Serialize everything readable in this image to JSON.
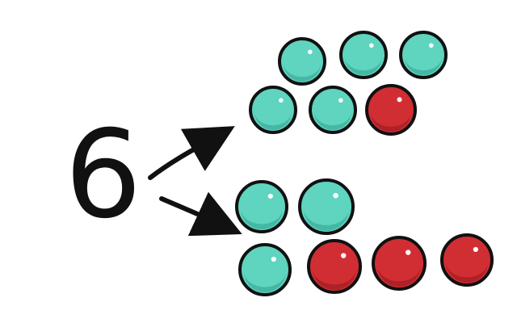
{
  "numeral": "6",
  "colors": {
    "teal": "#5fd4bf",
    "red": "#d12e34",
    "outline": "#111111",
    "arrow": "#111111"
  },
  "groups": [
    {
      "name": "top-group",
      "teal_count": 5,
      "red_count": 1
    },
    {
      "name": "bottom-group",
      "teal_count": 3,
      "red_count": 3
    }
  ]
}
